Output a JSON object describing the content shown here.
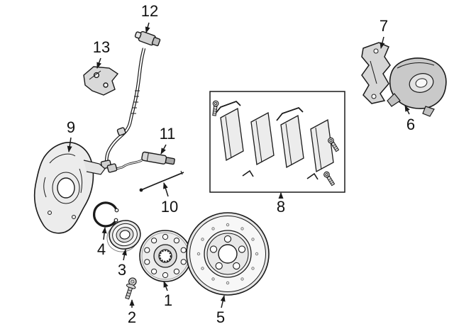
{
  "figure": {
    "background": "#ffffff",
    "line_color": "#1a1a1a"
  },
  "callouts": {
    "c1": {
      "label": "1"
    },
    "c2": {
      "label": "2"
    },
    "c3": {
      "label": "3"
    },
    "c4": {
      "label": "4"
    },
    "c5": {
      "label": "5"
    },
    "c6": {
      "label": "6"
    },
    "c7": {
      "label": "7"
    },
    "c8": {
      "label": "8"
    },
    "c9": {
      "label": "9"
    },
    "c10": {
      "label": "10"
    },
    "c11": {
      "label": "11"
    },
    "c12": {
      "label": "12"
    },
    "c13": {
      "label": "13"
    }
  }
}
